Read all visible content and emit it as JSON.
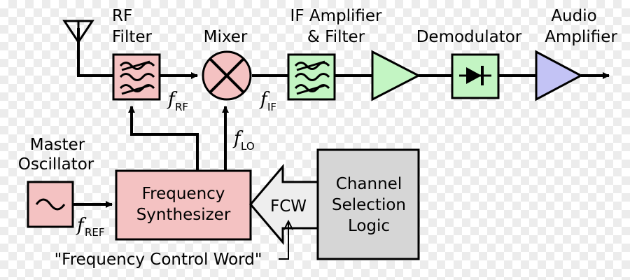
{
  "blocks": {
    "rf_filter": {
      "line1": "RF",
      "line2": "Filter"
    },
    "mixer": {
      "label": "Mixer"
    },
    "if_amp": {
      "line1": "IF Amplifier",
      "line2": "& Filter"
    },
    "demodulator": {
      "label": "Demodulator"
    },
    "audio_amp": {
      "line1": "Audio",
      "line2": "Amplifier"
    },
    "master_osc": {
      "line1": "Master",
      "line2": "Oscillator"
    },
    "synth": {
      "line1": "Frequency",
      "line2": "Synthesizer"
    },
    "channel": {
      "line1": "Channel",
      "line2": "Selection",
      "line3": "Logic"
    },
    "fcw": {
      "label": "FCW",
      "caption": "\"Frequency Control Word\""
    }
  },
  "signals": {
    "f_rf": {
      "sym": "f",
      "sub": "RF"
    },
    "f_if": {
      "sym": "f",
      "sub": "IF"
    },
    "f_lo": {
      "sym": "f",
      "sub": "LO"
    },
    "f_ref": {
      "sym": "f",
      "sub": "REF"
    }
  },
  "colors": {
    "pink": "#f4c2c2",
    "green": "#c3f5c3",
    "purple": "#c3c3f5",
    "gray": "#d6d6d6",
    "fcw_fill": "#eeeeee",
    "stroke": "#000000"
  },
  "icons": {
    "antenna": "antenna-icon",
    "filter": "filter-wave-icon",
    "mixer": "mixer-cross-icon",
    "amplifier": "amplifier-triangle-icon",
    "diode": "diode-icon",
    "sine": "sine-wave-icon"
  }
}
